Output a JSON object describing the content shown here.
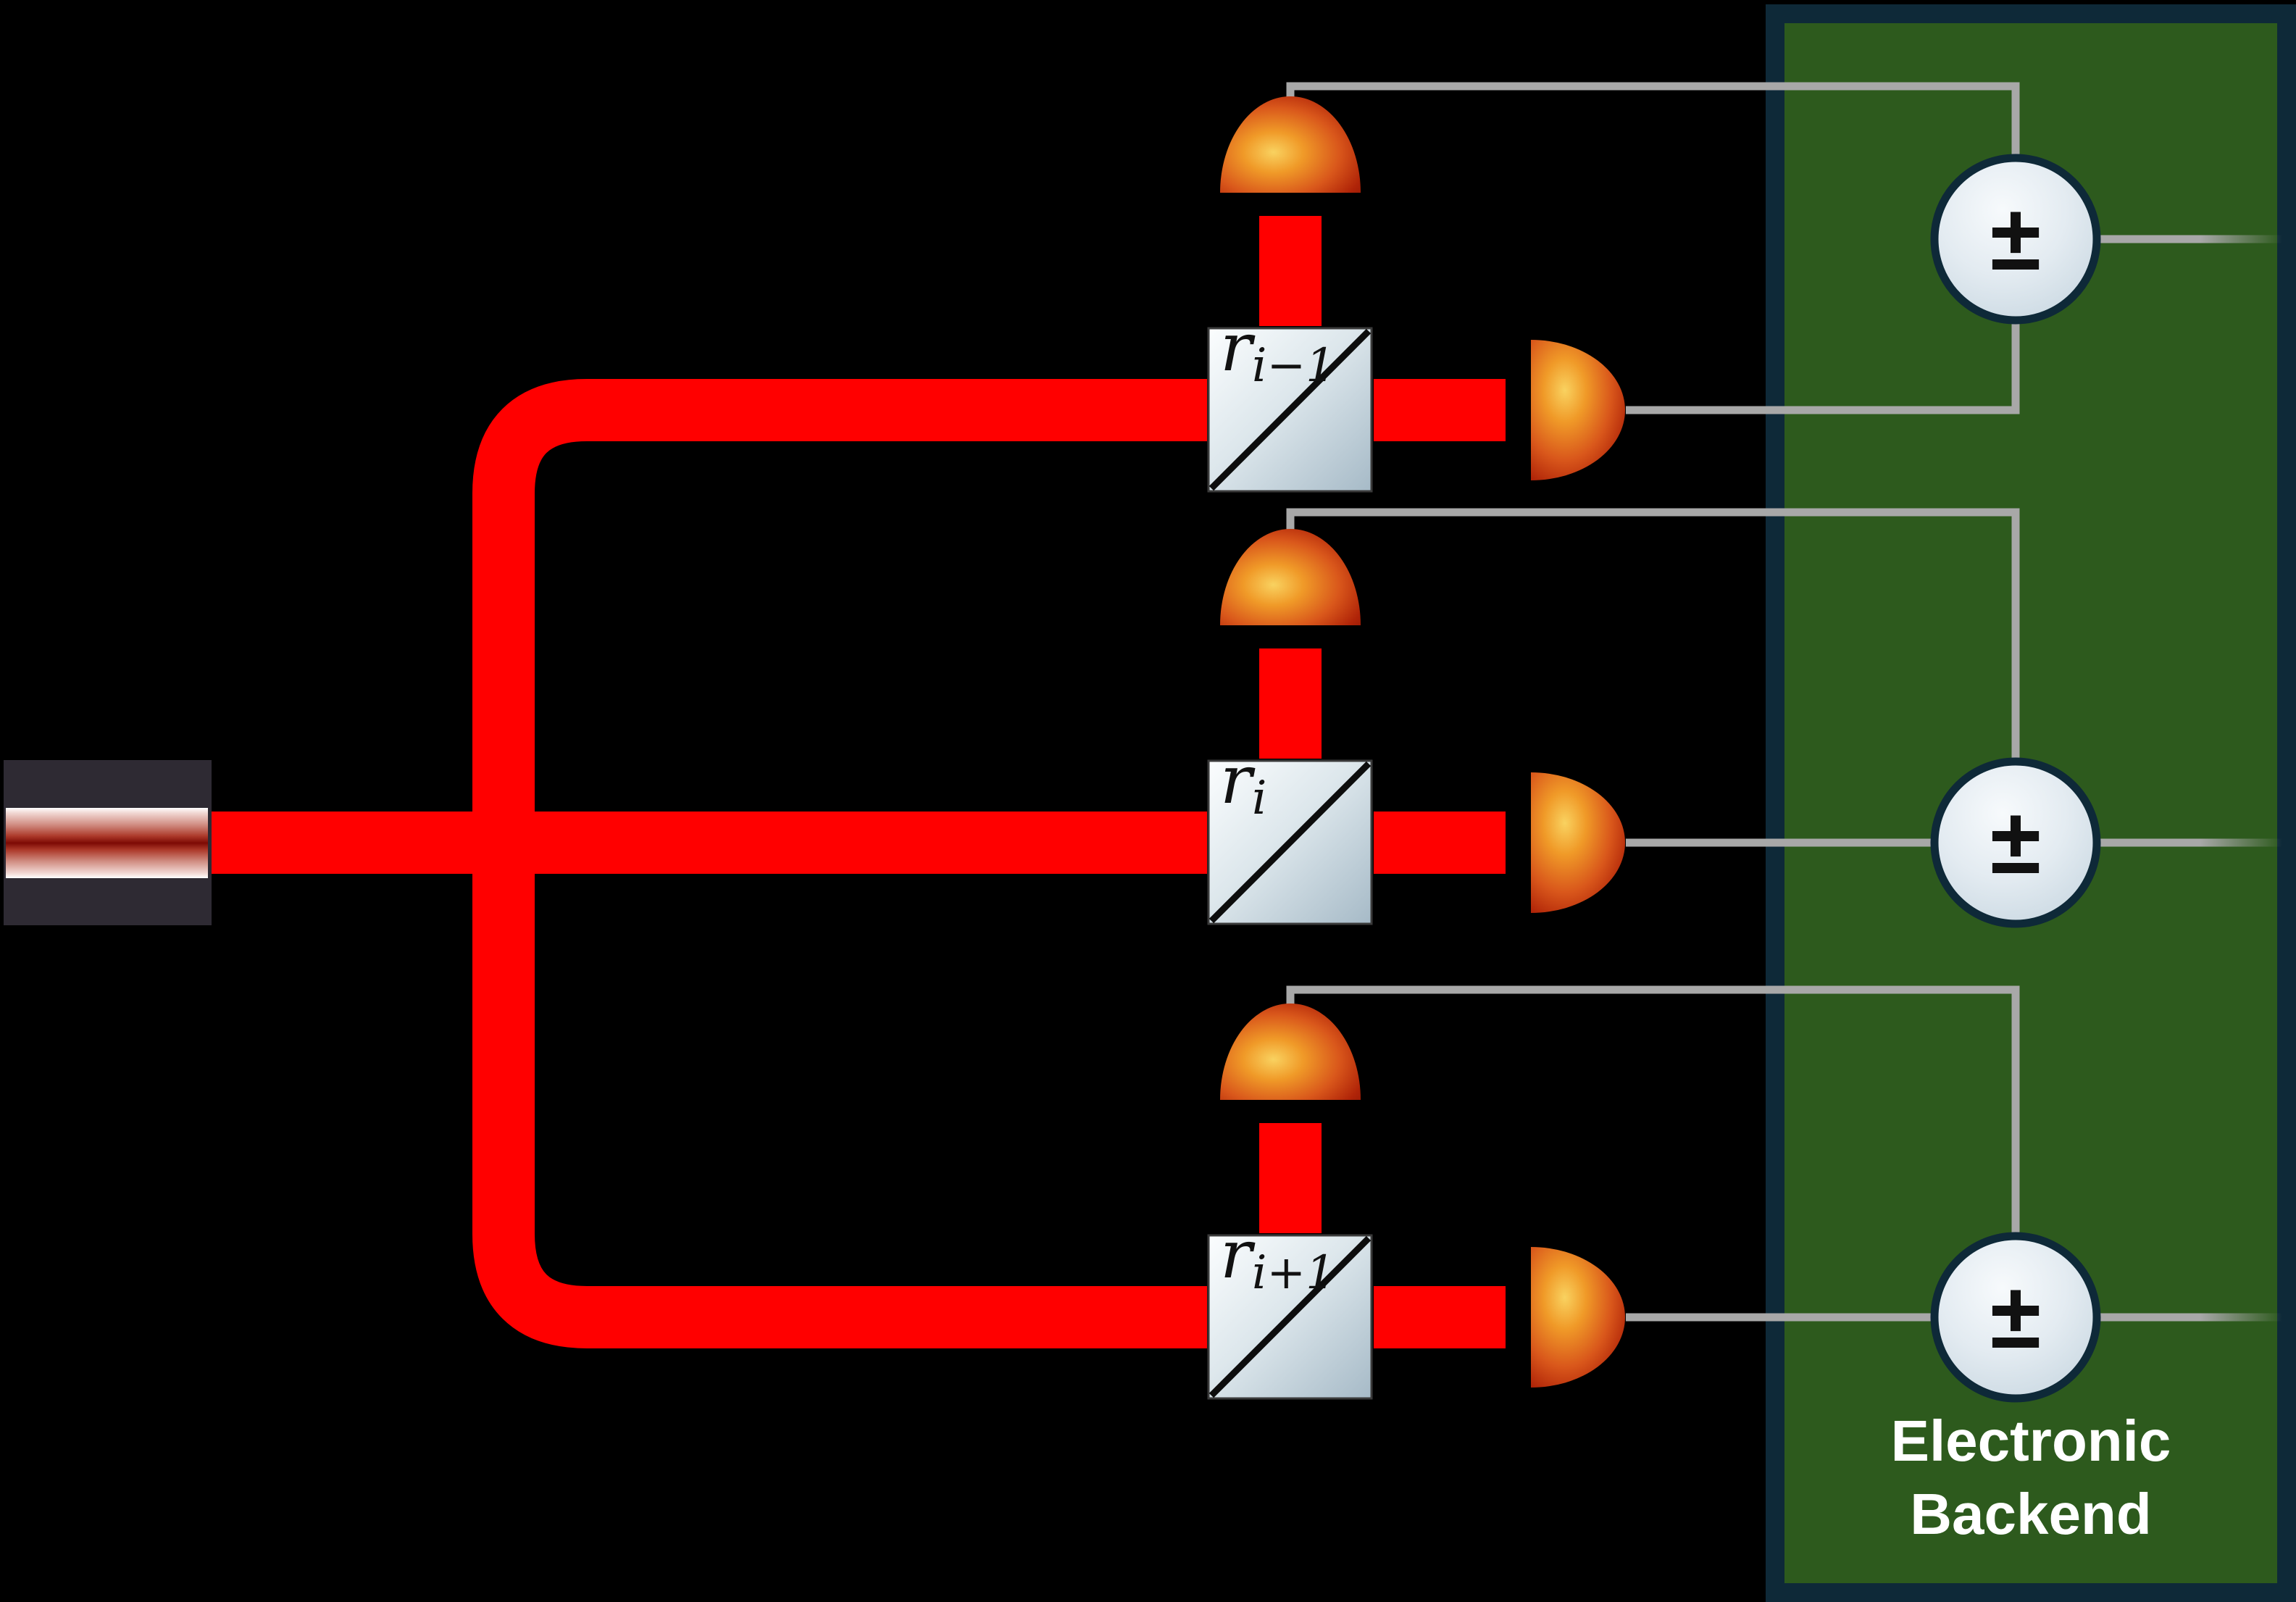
{
  "colors": {
    "background": "#000000",
    "beam": "#ff0000",
    "wire": "#a8a8a8",
    "panel-fill": "#2d5a1d",
    "panel-border": "#0e2938",
    "laser-body": "#2e2a33",
    "label-dark": "#111111",
    "label-light": "#ffffff"
  },
  "beam_splitters": [
    {
      "label_base": "r",
      "label_sub": "i−1"
    },
    {
      "label_base": "r",
      "label_sub": "i"
    },
    {
      "label_base": "r",
      "label_sub": "i+1"
    }
  ],
  "summing_nodes": [
    {
      "symbol": "±"
    },
    {
      "symbol": "±"
    },
    {
      "symbol": "±"
    }
  ],
  "panel": {
    "title_line1": "Electronic",
    "title_line2": "Backend"
  }
}
